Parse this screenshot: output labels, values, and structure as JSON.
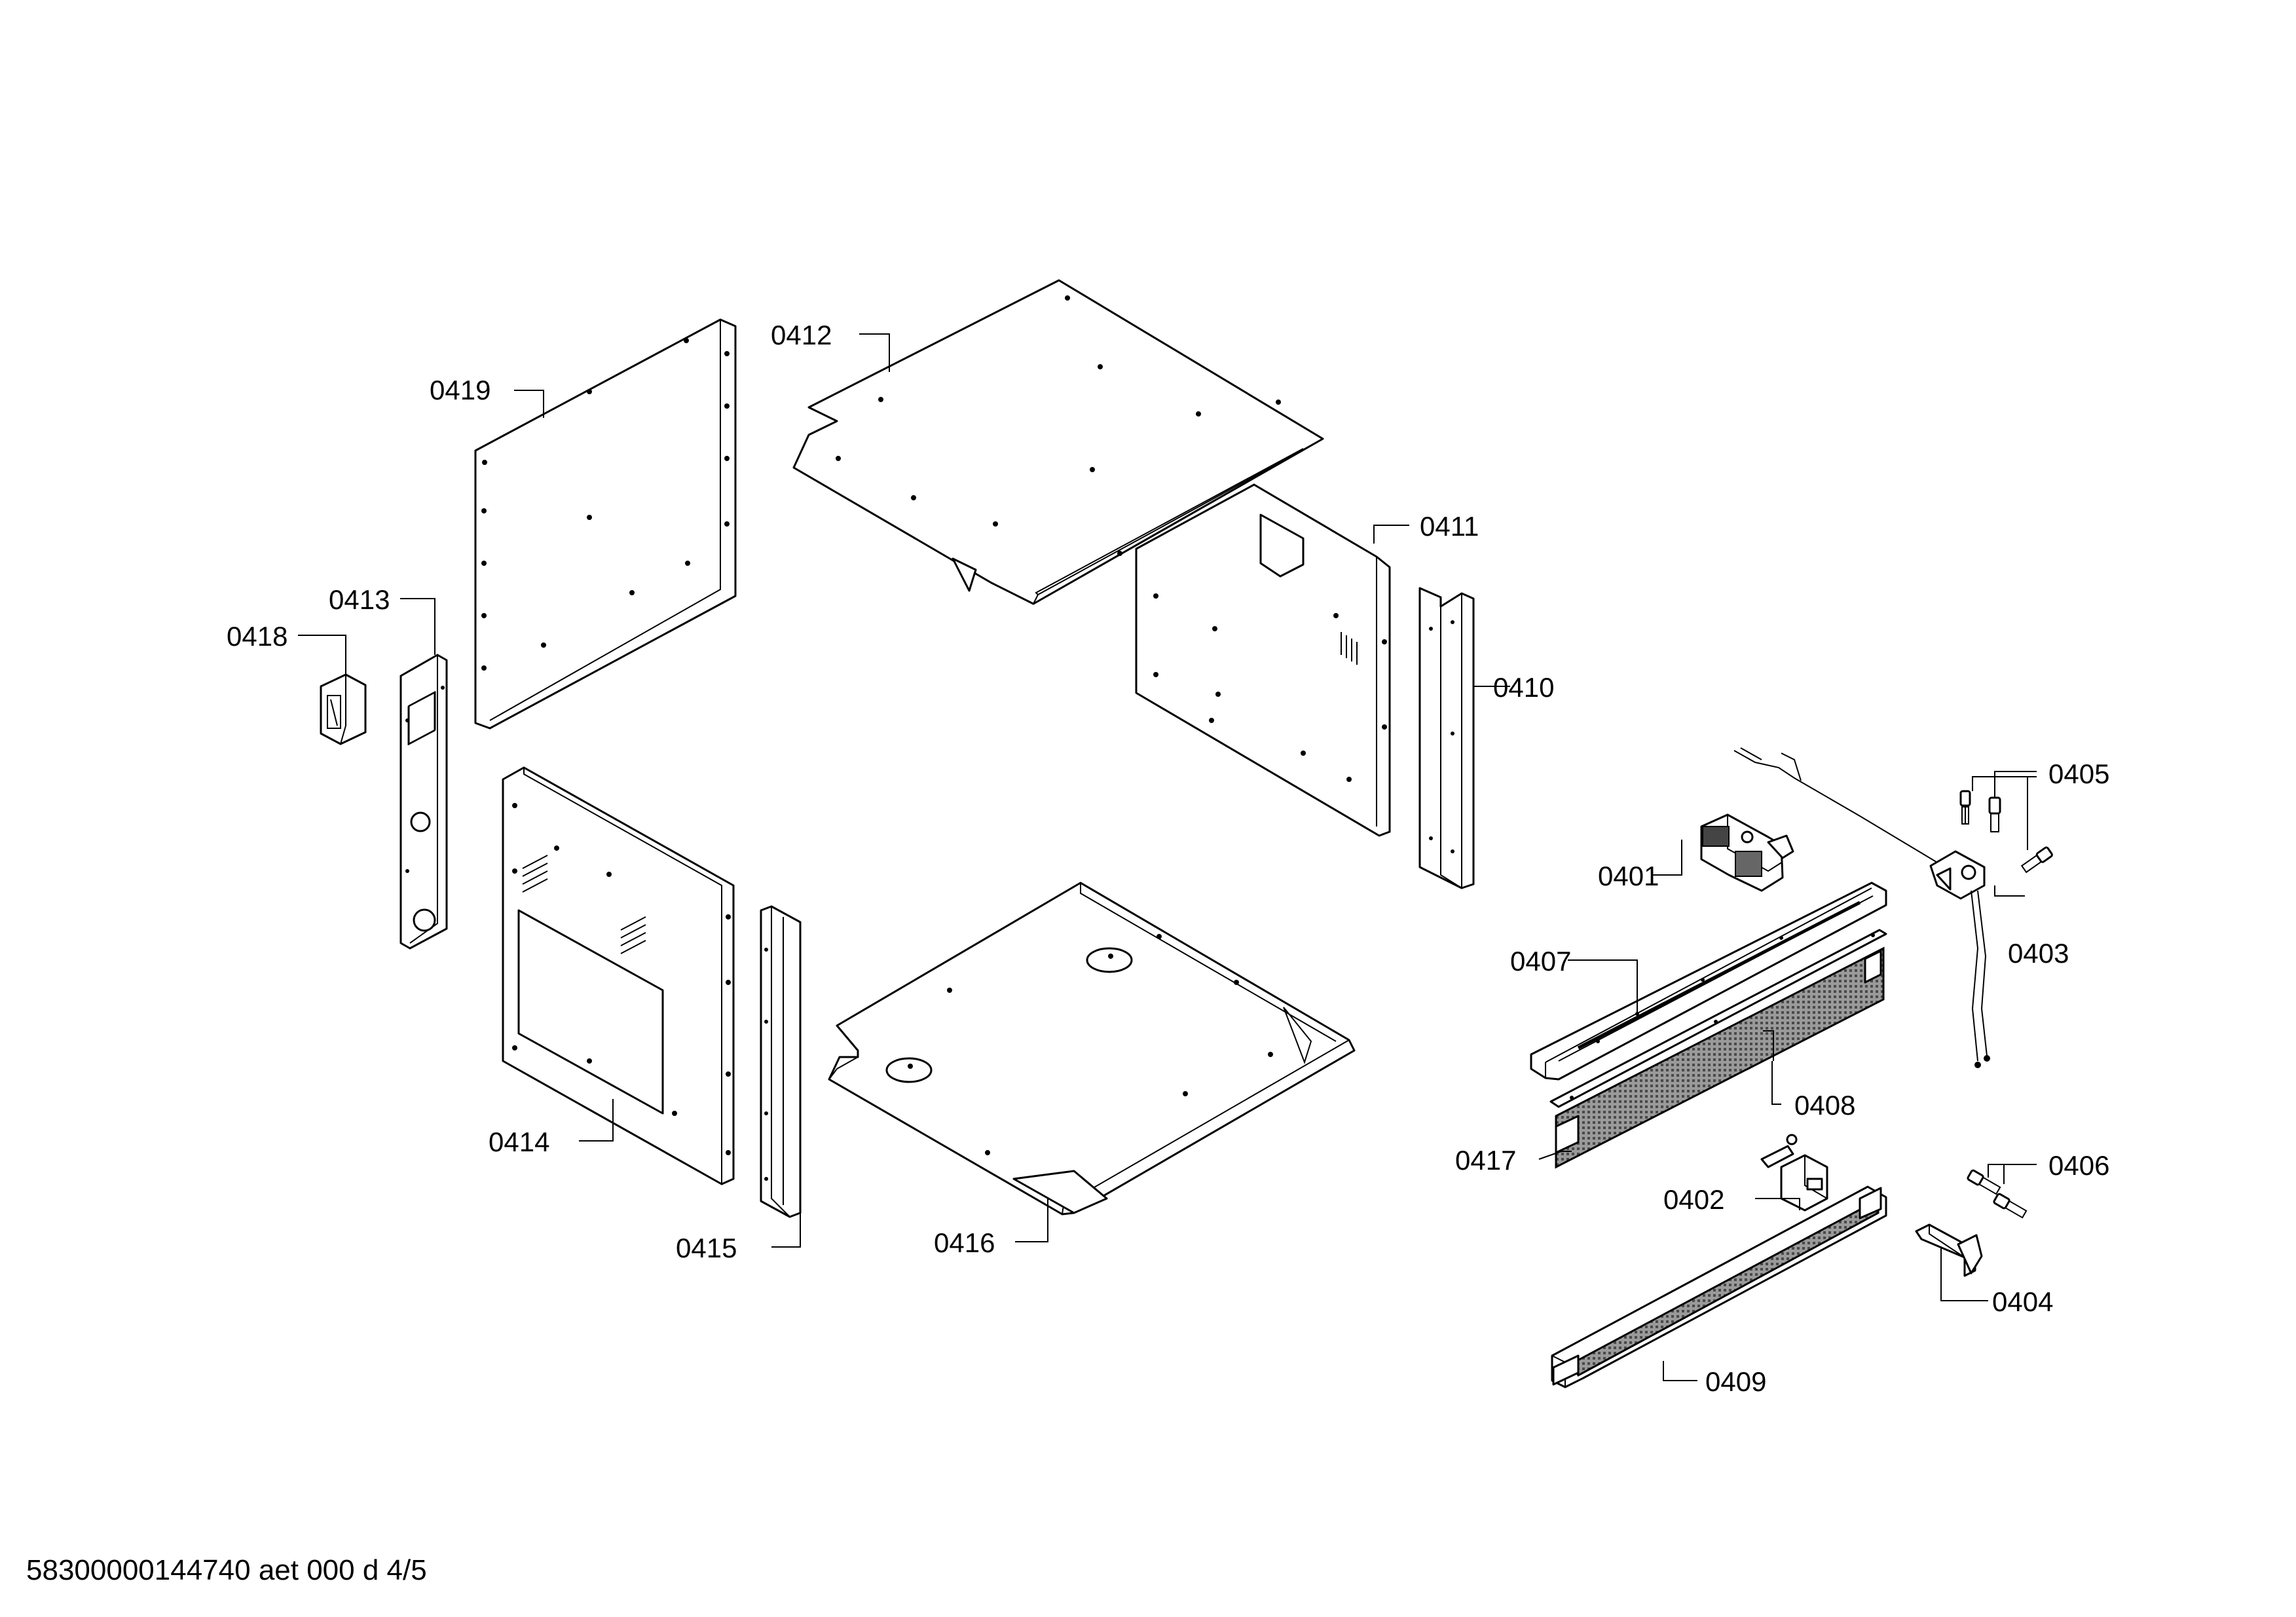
{
  "footer": {
    "document_id": "58300000144740 aet 000 d 4/5"
  },
  "parts": {
    "p0401": "0401",
    "p0402": "0402",
    "p0403": "0403",
    "p0404": "0404",
    "p0405": "0405",
    "p0406": "0406",
    "p0407": "0407",
    "p0408": "0408",
    "p0409": "0409",
    "p0410": "0410",
    "p0411": "0411",
    "p0412": "0412",
    "p0413": "0413",
    "p0414": "0414",
    "p0415": "0415",
    "p0416": "0416",
    "p0417": "0417",
    "p0418": "0418",
    "p0419": "0419"
  }
}
